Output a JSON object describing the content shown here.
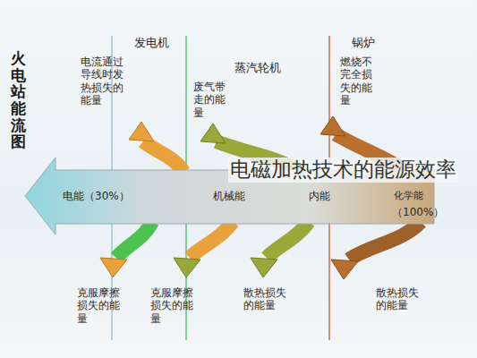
{
  "diagram": {
    "title": "火电站能流图",
    "labels": [
      "发电机",
      "电流通过导线时发热损失的能量",
      "蒸汽轮机",
      "废气带走的能量",
      "锅炉",
      "燃烧不完全损失的能量",
      "电能（30%）",
      "机械能",
      "内能",
      "化学能",
      "（100%）",
      "克服摩擦损失的能量",
      "克服摩擦损失的能量",
      "散热损失的能量",
      "散热损失的能量",
      "电磁加热技术的能源效率"
    ]
  }
}
